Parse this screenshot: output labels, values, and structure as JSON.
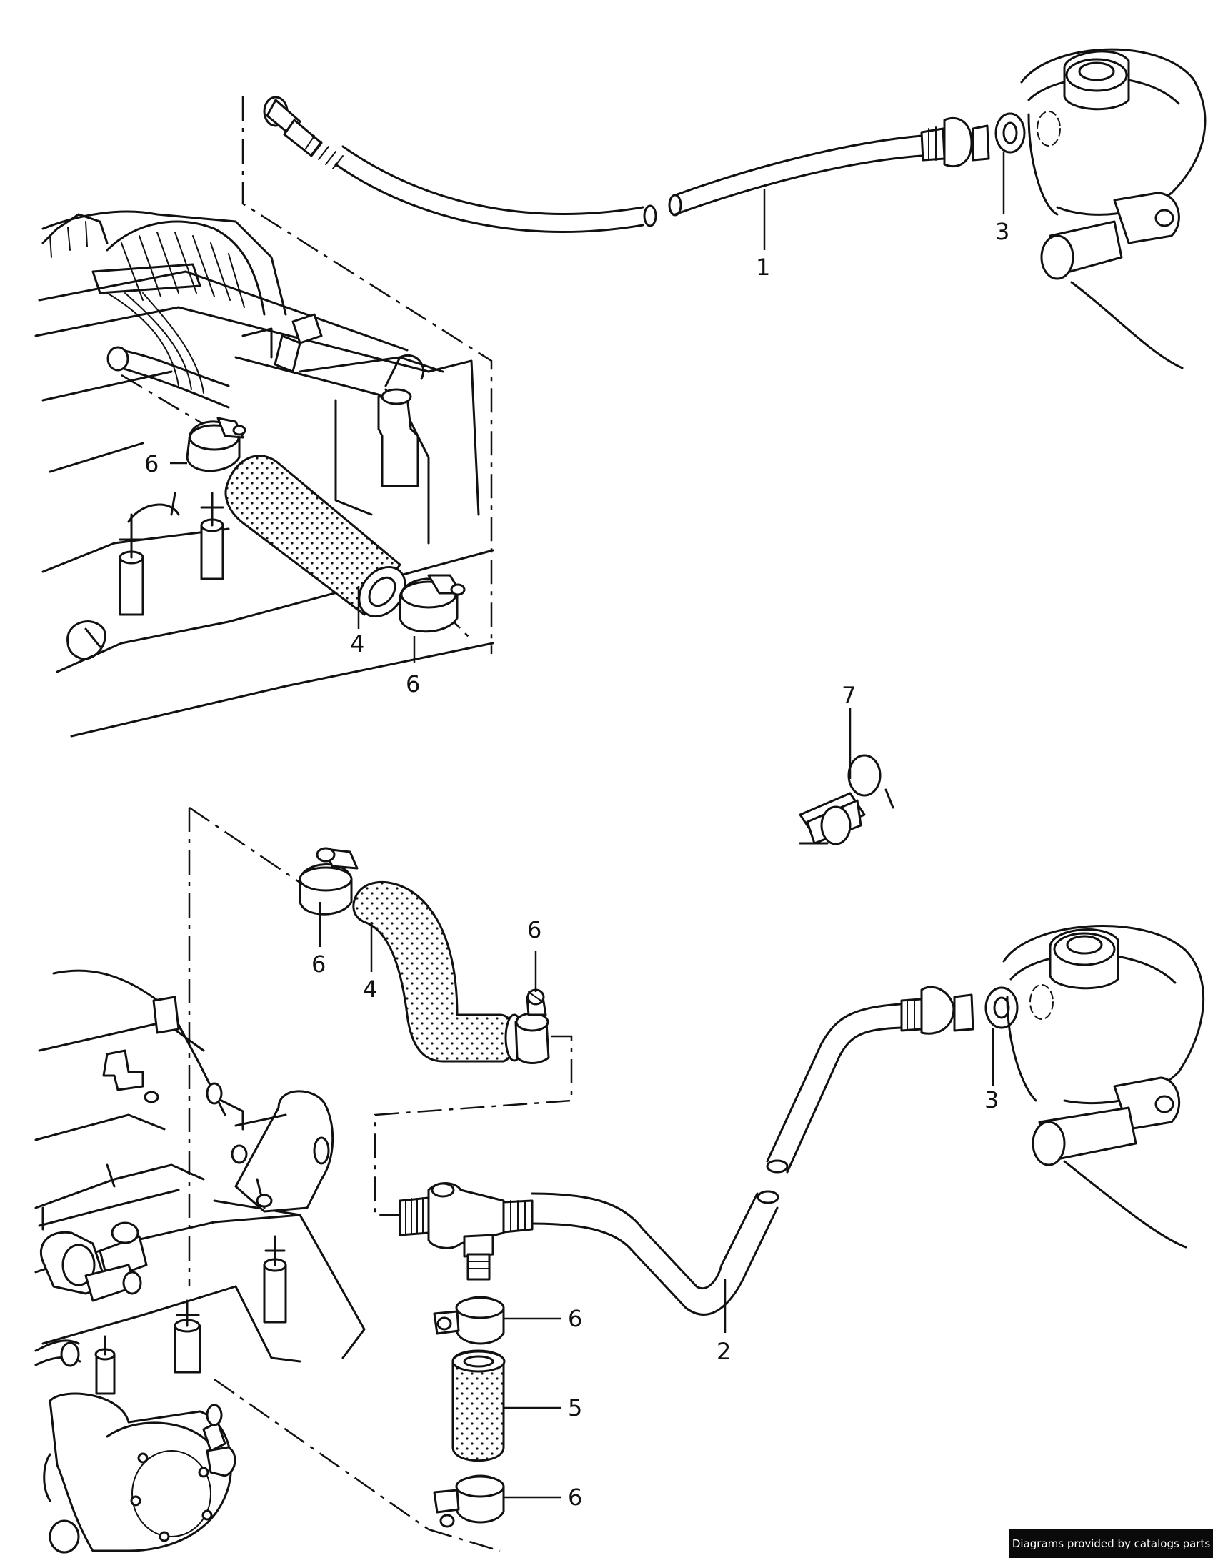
{
  "callouts": {
    "c1": "1",
    "c2": "2",
    "c3_top": "3",
    "c3_bottom": "3",
    "c4_top": "4",
    "c4_bottom": "4",
    "c5": "5",
    "c6_top_left": "6",
    "c6_top_right": "6",
    "c6_mid_left": "6",
    "c6_mid_right": "6",
    "c6_low_1": "6",
    "c6_low_2": "6",
    "c7": "7"
  },
  "credit": "Diagrams provided by catalogs parts"
}
